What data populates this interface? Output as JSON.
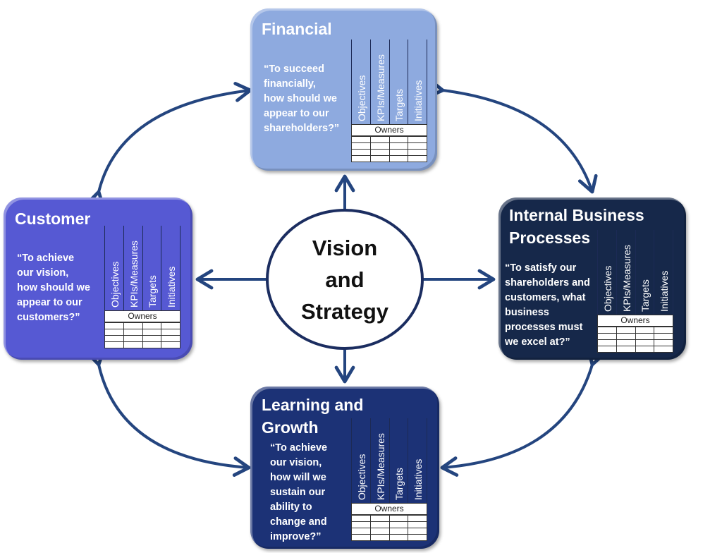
{
  "center": {
    "line1": "Vision",
    "line2": "and",
    "line3": "Strategy"
  },
  "columns": [
    "Objectives",
    "KPIs/Measures",
    "Targets",
    "Initiatives"
  ],
  "owners_label": "Owners",
  "perspectives": {
    "financial": {
      "title_lines": [
        "Financial"
      ],
      "question_lines": [
        "“To succeed",
        "financially,",
        "how should we",
        "appear to our",
        "shareholders?”"
      ],
      "color": "#8eaadf"
    },
    "customer": {
      "title_lines": [
        "Customer"
      ],
      "question_lines": [
        "“To achieve",
        "our vision,",
        "how should we",
        "appear to our",
        "customers?”"
      ],
      "color": "#5659d3"
    },
    "internal": {
      "title_lines": [
        "Internal Business",
        "Processes"
      ],
      "question_lines": [
        "“To satisfy our",
        "shareholders and",
        "customers, what",
        "business",
        "processes must",
        "we excel at?”"
      ],
      "color": "#16284a"
    },
    "learning": {
      "title_lines": [
        "Learning and",
        "Growth"
      ],
      "question_lines": [
        "“To achieve",
        "our vision,",
        "how will we",
        "sustain our",
        "ability to",
        "change and",
        "improve?”"
      ],
      "color": "#1c3276"
    }
  },
  "arrow_color": "#24457f"
}
